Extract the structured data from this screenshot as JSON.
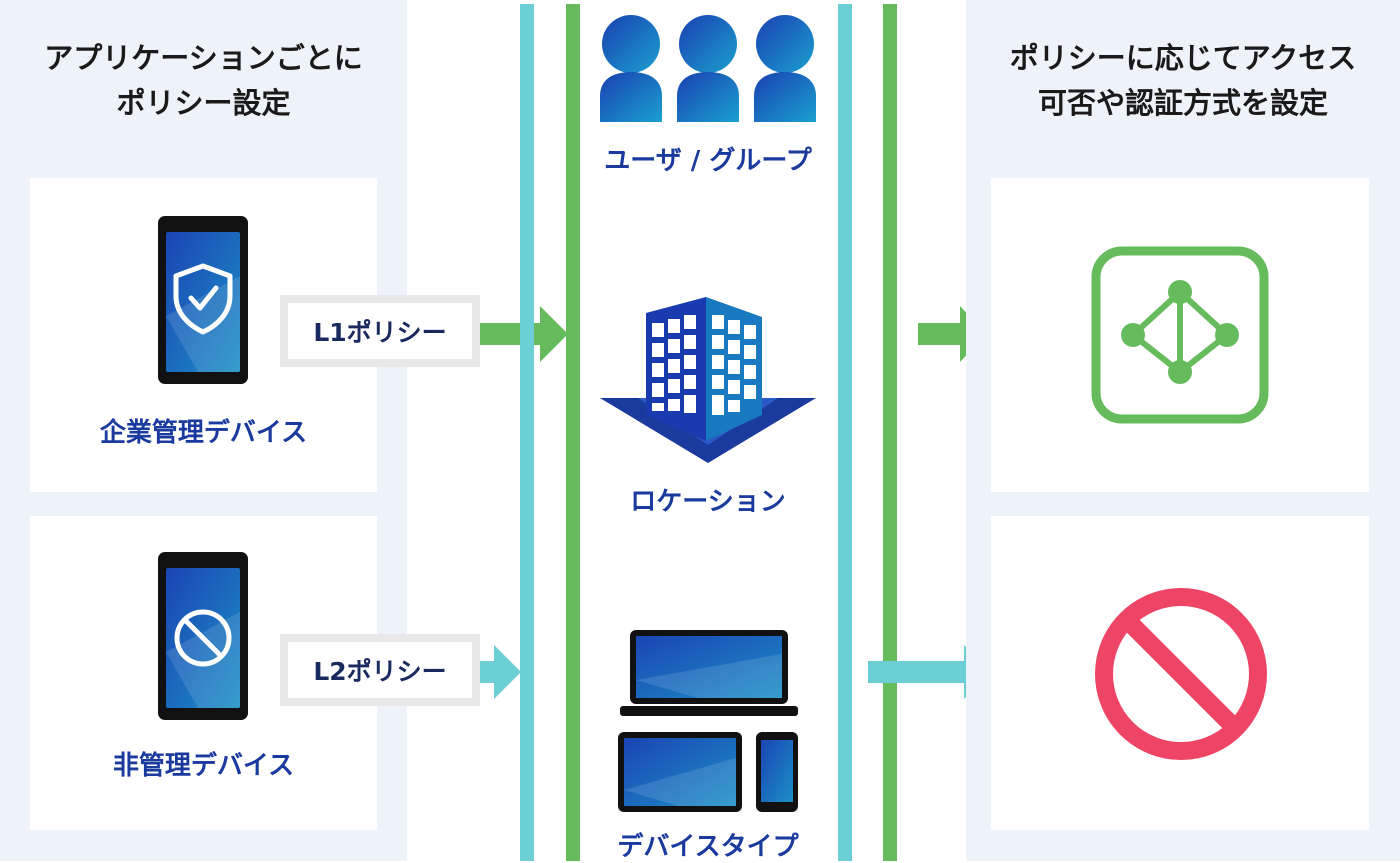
{
  "left_panel": {
    "heading_line1": "アプリケーションごとに",
    "heading_line2": "ポリシー設定",
    "managed_device_label": "企業管理デバイス",
    "unmanaged_device_label": "非管理デバイス",
    "policy_l1": "L1ポリシー",
    "policy_l2": "L2ポリシー"
  },
  "center_panel": {
    "users_label": "ユーザ / グループ",
    "location_label": "ロケーション",
    "device_type_label": "デバイスタイプ"
  },
  "right_panel": {
    "heading_line1": "ポリシーに応じてアクセス",
    "heading_line2": "可否や認証方式を設定"
  },
  "icons": {
    "phone_shield": "phone-shield-icon",
    "phone_blocked": "phone-blocked-icon",
    "users": "users-group-icon",
    "building": "building-location-icon",
    "devices": "devices-icon",
    "access_allowed": "network-access-icon",
    "access_denied": "prohibited-icon"
  },
  "colors": {
    "green": "#66bb5c",
    "teal": "#6ccfd6",
    "navy": "#1a3a9e",
    "red": "#ee4466",
    "panel_bg": "#eef3fa"
  }
}
